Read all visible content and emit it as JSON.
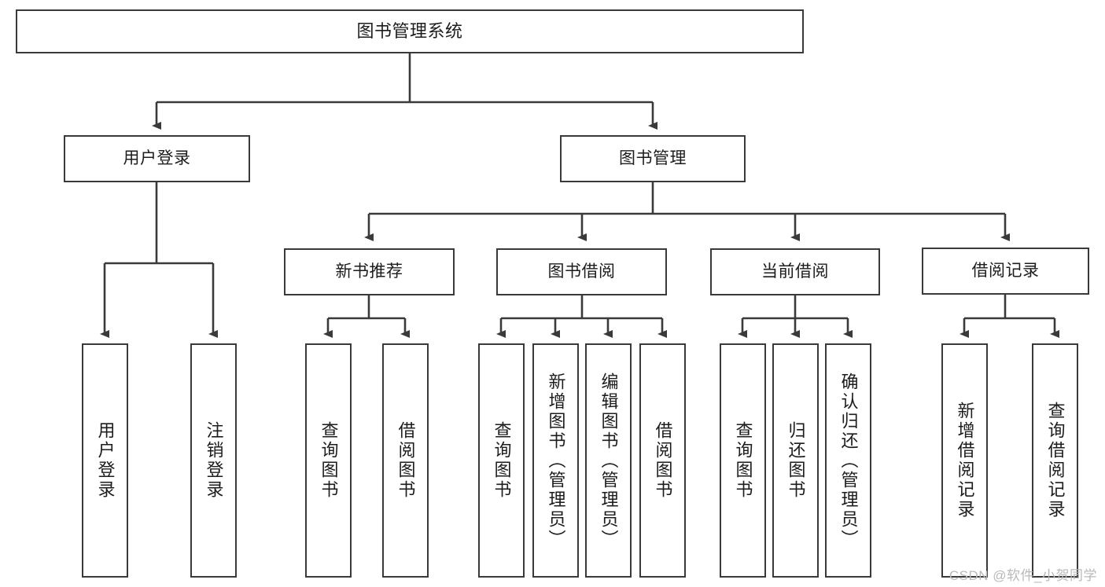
{
  "diagram": {
    "title": "图书管理系统",
    "type": "tree-hierarchy",
    "line_color": "#3a3a3a",
    "box_fill": "#ffffff",
    "background": "#ffffff"
  },
  "root": {
    "label": "图书管理系统"
  },
  "level2": [
    {
      "label": "用户登录"
    },
    {
      "label": "图书管理"
    }
  ],
  "level3": [
    {
      "label": "新书推荐"
    },
    {
      "label": "图书借阅"
    },
    {
      "label": "当前借阅"
    },
    {
      "label": "借阅记录"
    }
  ],
  "leaves": {
    "user_login": [
      {
        "label": "用户登录"
      },
      {
        "label": "注销登录"
      }
    ],
    "new_book": [
      {
        "label": "查询图书"
      },
      {
        "label": "借阅图书"
      }
    ],
    "book_borrow": [
      {
        "label": "查询图书"
      },
      {
        "label": "新增图书（管理员）"
      },
      {
        "label": "编辑图书（管理员）"
      },
      {
        "label": "借阅图书"
      }
    ],
    "current_borrow": [
      {
        "label": "查询图书"
      },
      {
        "label": "归还图书"
      },
      {
        "label": "确认归还（管理员）"
      }
    ],
    "borrow_record": [
      {
        "label": "新增借阅记录"
      },
      {
        "label": "查询借阅记录"
      }
    ]
  },
  "watermark": {
    "text": "CSDN @软件_小贺同学"
  }
}
